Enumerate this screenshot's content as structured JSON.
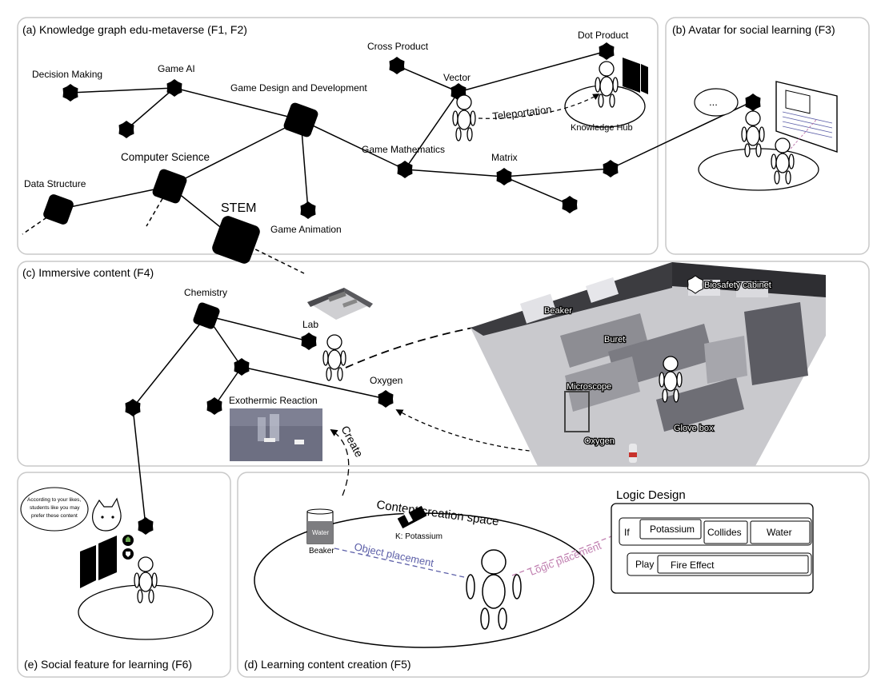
{
  "panels": {
    "a": "(a) Knowledge graph edu-metaverse (F1, F2)",
    "b": "(b) Avatar for social learning (F3)",
    "c": "(c) Immersive content (F4)",
    "d": "(d) Learning content creation (F5)",
    "e": "(e) Social feature for learning (F6)"
  },
  "graph_a": {
    "decision_making": "Decision Making",
    "game_ai": "Game AI",
    "game_design": "Game Design and Development",
    "cross_product": "Cross Product",
    "vector": "Vector",
    "dot_product": "Dot Product",
    "teleportation": "Teleportation",
    "knowledge_hub": "Knowledge Hub",
    "computer_science": "Computer Science",
    "game_mathematics": "Game Mathematics",
    "matrix": "Matrix",
    "data_structure": "Data Structure",
    "stem": "STEM",
    "game_animation": "Game Animation"
  },
  "panel_b": {
    "speech": "..."
  },
  "panel_c": {
    "chemistry": "Chemistry",
    "lab": "Lab",
    "oxygen": "Oxygen",
    "exothermic": "Exothermic Reaction",
    "create": "Create",
    "lab_labels": {
      "biosafety": "Biosafety cabinet",
      "beaker": "Beaker",
      "buret": "Buret",
      "microscope": "Microscope",
      "glovebox": "Glove box",
      "oxygen": "Oxygen"
    }
  },
  "panel_e": {
    "bubble_lines": [
      "According to your likes,",
      "students like you may",
      "prefer these content"
    ]
  },
  "panel_d": {
    "space_title": "Content creation space",
    "potassium": "K: Potassium",
    "beaker": "Beaker",
    "water_label": "Water",
    "object_placement": "Object placement",
    "logic_placement": "Logic placement",
    "logic_title": "Logic Design",
    "if": "If",
    "b_potassium": "Potassium",
    "b_collides": "Collides",
    "b_water": "Water",
    "play": "Play",
    "b_fire": "Fire Effect"
  },
  "colors": {
    "object_placement": "#5c5fa8",
    "logic_placement": "#c07fb0",
    "lab_floor": "#c9c9cd",
    "lab_wall": "#3c3c40"
  }
}
